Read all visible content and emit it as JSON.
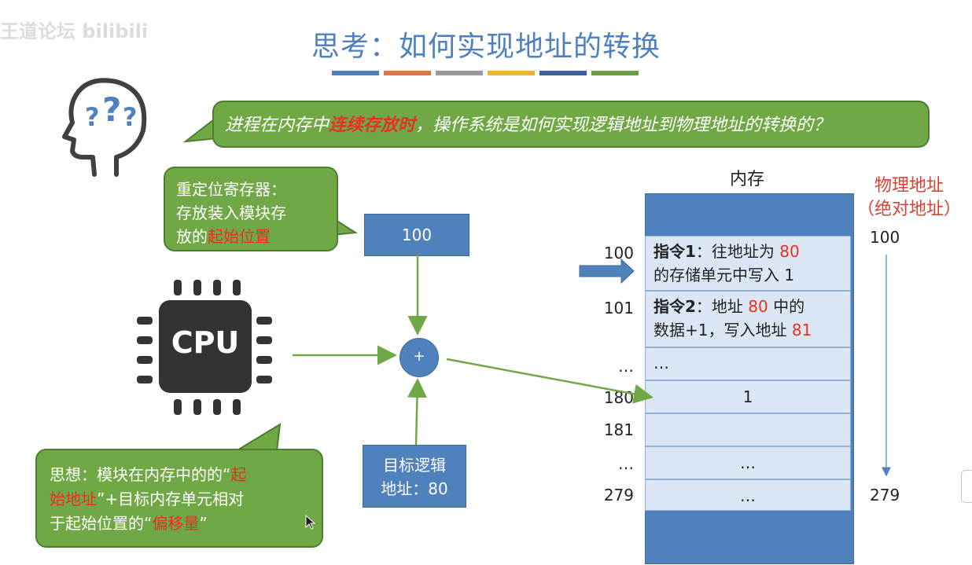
{
  "watermark": "王道论坛 bilibili",
  "title": "思考：如何实现地址的转换",
  "title_bar_colors": [
    "#4f81bd",
    "#e0733e",
    "#999999",
    "#f2b134",
    "#3a5fa8",
    "#6e9d3f"
  ],
  "question": {
    "before": "进程在内存中",
    "highlight": "连续存放时",
    "after": "，操作系统是如何实现逻辑地址到物理地址的转换的？"
  },
  "reg_bubble": {
    "line1": "重定位寄存器：",
    "line2": "存放装入模块存",
    "line3_before": "放的",
    "line3_highlight": "起始位置"
  },
  "reg_value": "100",
  "cpu_label": "CPU",
  "adder_label": "+",
  "logic_box": {
    "line1": "目标逻辑",
    "line2": "地址：80"
  },
  "idea_bubble": {
    "p1": "思想：模块在内存中的的“",
    "h1": "起",
    "h2": "始地址",
    "p2": "”+目标内存单元相对",
    "p3": "于起始位置的“",
    "h3": "偏移量",
    "p4": "”"
  },
  "memory": {
    "label": "内存",
    "rows": [
      {
        "addr": "100",
        "bold": "指令1",
        "l1": "：往地址为 ",
        "r1": "80",
        "l2": "的存储单元中写入 1"
      },
      {
        "addr": "101",
        "bold": "指令2",
        "l1": "：地址 ",
        "r1": "80",
        "m1": " 中的",
        "l2": "数据+1，写入地址 ",
        "r2": "81"
      },
      {
        "addr": "…",
        "text": "…"
      },
      {
        "addr": "180",
        "text": "1"
      },
      {
        "addr": "181",
        "text": ""
      },
      {
        "addr": "…",
        "text": "…"
      },
      {
        "addr": "279",
        "text": "…"
      }
    ]
  },
  "physical": {
    "label1": "物理地址",
    "label2": "（绝对地址）",
    "start": "100",
    "end": "279"
  },
  "colors": {
    "accent": "#4f81bd",
    "bubble": "#70a845",
    "highlight": "#e8321e"
  }
}
